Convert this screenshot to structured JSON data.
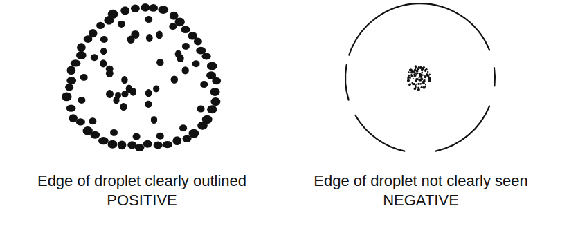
{
  "diagram": {
    "labels": [
      "Edge of droplet clearly outlined",
      "POSITIVE",
      "Edge of droplet not clearly seen",
      "NEGATIVE"
    ]
  }
}
